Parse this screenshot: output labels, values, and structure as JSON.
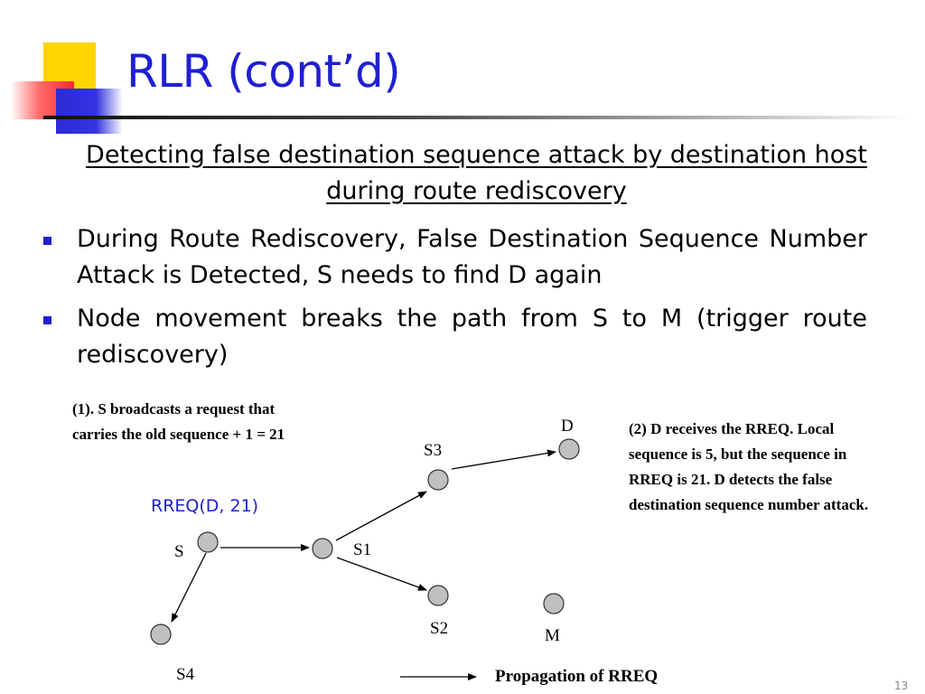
{
  "slide": {
    "title": "RLR (cont’d)",
    "subtitle": "Detecting false destination sequence attack by destination host during route rediscovery",
    "bullets": [
      "During Route Rediscovery, False Destination Sequence Number Attack is Detected, S needs to find D again",
      "Node movement breaks the path from S to M (trigger route rediscovery)"
    ],
    "page_number": "13"
  },
  "diagram": {
    "note_left": "(1). S broadcasts a request that carries the old sequence + 1 = 21",
    "note_right": "(2) D receives the RREQ. Local sequence is 5, but the sequence in RREQ is 21. D detects the false destination sequence number attack.",
    "rreq_label": "RREQ(D, 21)",
    "legend_label": "Propagation of RREQ",
    "nodes": {
      "S": "S",
      "S1": "S1",
      "S2": "S2",
      "S3": "S3",
      "S4": "S4",
      "D": "D",
      "M": "M"
    },
    "colors": {
      "title": "#1f1fd0",
      "node_fill": "#c0c0c0"
    }
  }
}
